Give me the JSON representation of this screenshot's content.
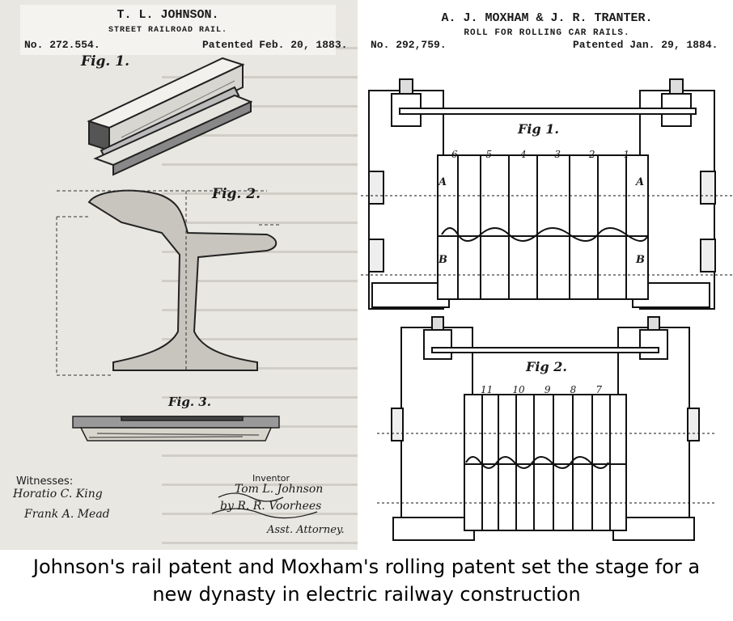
{
  "left_patent": {
    "inventor": "T. L. JOHNSON.",
    "title": "STREET RAILROAD RAIL.",
    "number": "No. 272.554.",
    "patented": "Patented Feb. 20, 1883.",
    "figures": [
      "Fig. 1.",
      "Fig. 2.",
      "Fig. 3."
    ],
    "witnesses_label": "Witnesses:",
    "witness_signatures": [
      "Horatio C. King",
      "Frank A. Mead"
    ],
    "inventor_label": "Inventor",
    "inventor_signature": "Tom L. Johnson",
    "agent_signature": "by R. R. Voorhees",
    "attorney_label": "Asst. Attorney."
  },
  "right_patent": {
    "inventors": "A. J. MOXHAM & J. R. TRANTER.",
    "title": "ROLL FOR ROLLING CAR RAILS.",
    "number": "No. 292,759.",
    "patented": "Patented Jan. 29, 1884.",
    "figures": [
      "Fig 1.",
      "Fig 2."
    ],
    "fig1_roll_numbers": [
      "6",
      "5",
      "4",
      "3",
      "2",
      "1"
    ],
    "fig2_roll_numbers": [
      "11",
      "10",
      "9",
      "8",
      "7"
    ],
    "side_labels": [
      "A",
      "A",
      "B",
      "B"
    ]
  },
  "caption": {
    "line1": "Johnson's rail patent and Moxham's rolling patent set the stage for a",
    "line2": "new dynasty in electric railway construction"
  }
}
